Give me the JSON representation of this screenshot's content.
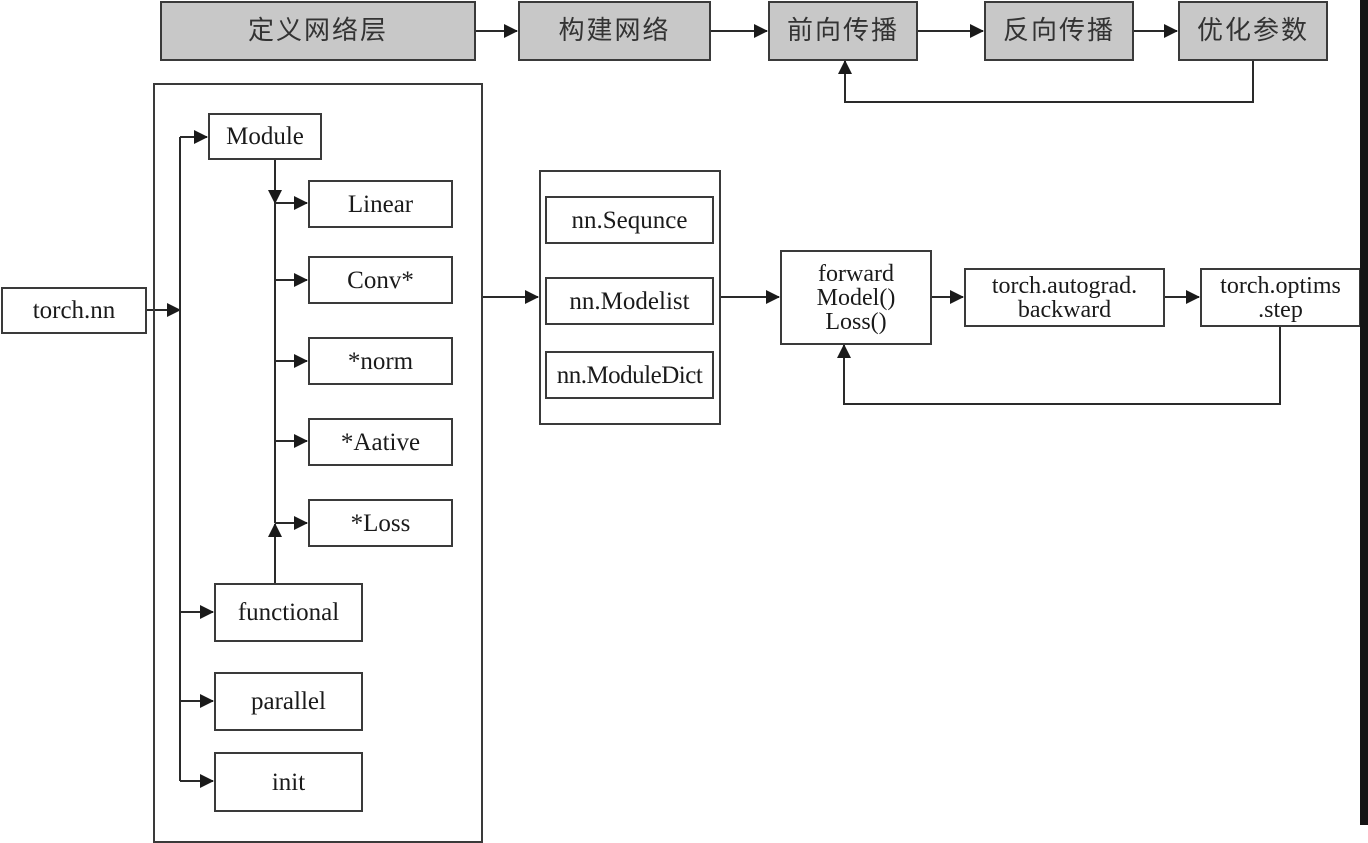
{
  "pipeline": {
    "steps": [
      {
        "label": "定义网络层"
      },
      {
        "label": "构建网络"
      },
      {
        "label": "前向传播"
      },
      {
        "label": "反向传播"
      },
      {
        "label": "优化参数"
      }
    ],
    "loop": {
      "from": "优化参数",
      "to": "前向传播"
    }
  },
  "root": {
    "label": "torch.nn"
  },
  "nn_package": {
    "module": {
      "label": "Module"
    },
    "module_children": [
      {
        "label": "Linear"
      },
      {
        "label": "Conv*"
      },
      {
        "label": "*norm"
      },
      {
        "label": "*Aative"
      },
      {
        "label": "*Loss"
      }
    ],
    "functional": {
      "label": "functional"
    },
    "parallel": {
      "label": "parallel"
    },
    "init": {
      "label": "init"
    }
  },
  "containers": [
    {
      "label": "nn.Sequnce"
    },
    {
      "label": "nn.Modelist"
    },
    {
      "label": "nn.ModuleDict"
    }
  ],
  "training": {
    "forward": {
      "lines": [
        "forward",
        "Model()",
        "Loss()"
      ]
    },
    "backward": {
      "lines": [
        "torch.autograd.",
        "backward"
      ]
    },
    "step": {
      "lines": [
        "torch.optims",
        ".step"
      ]
    },
    "loop": {
      "from": "torch.optims.step",
      "to": "forward"
    }
  },
  "colors": {
    "step_fill": "#c8c8c8",
    "stroke": "#3a3a3a"
  }
}
